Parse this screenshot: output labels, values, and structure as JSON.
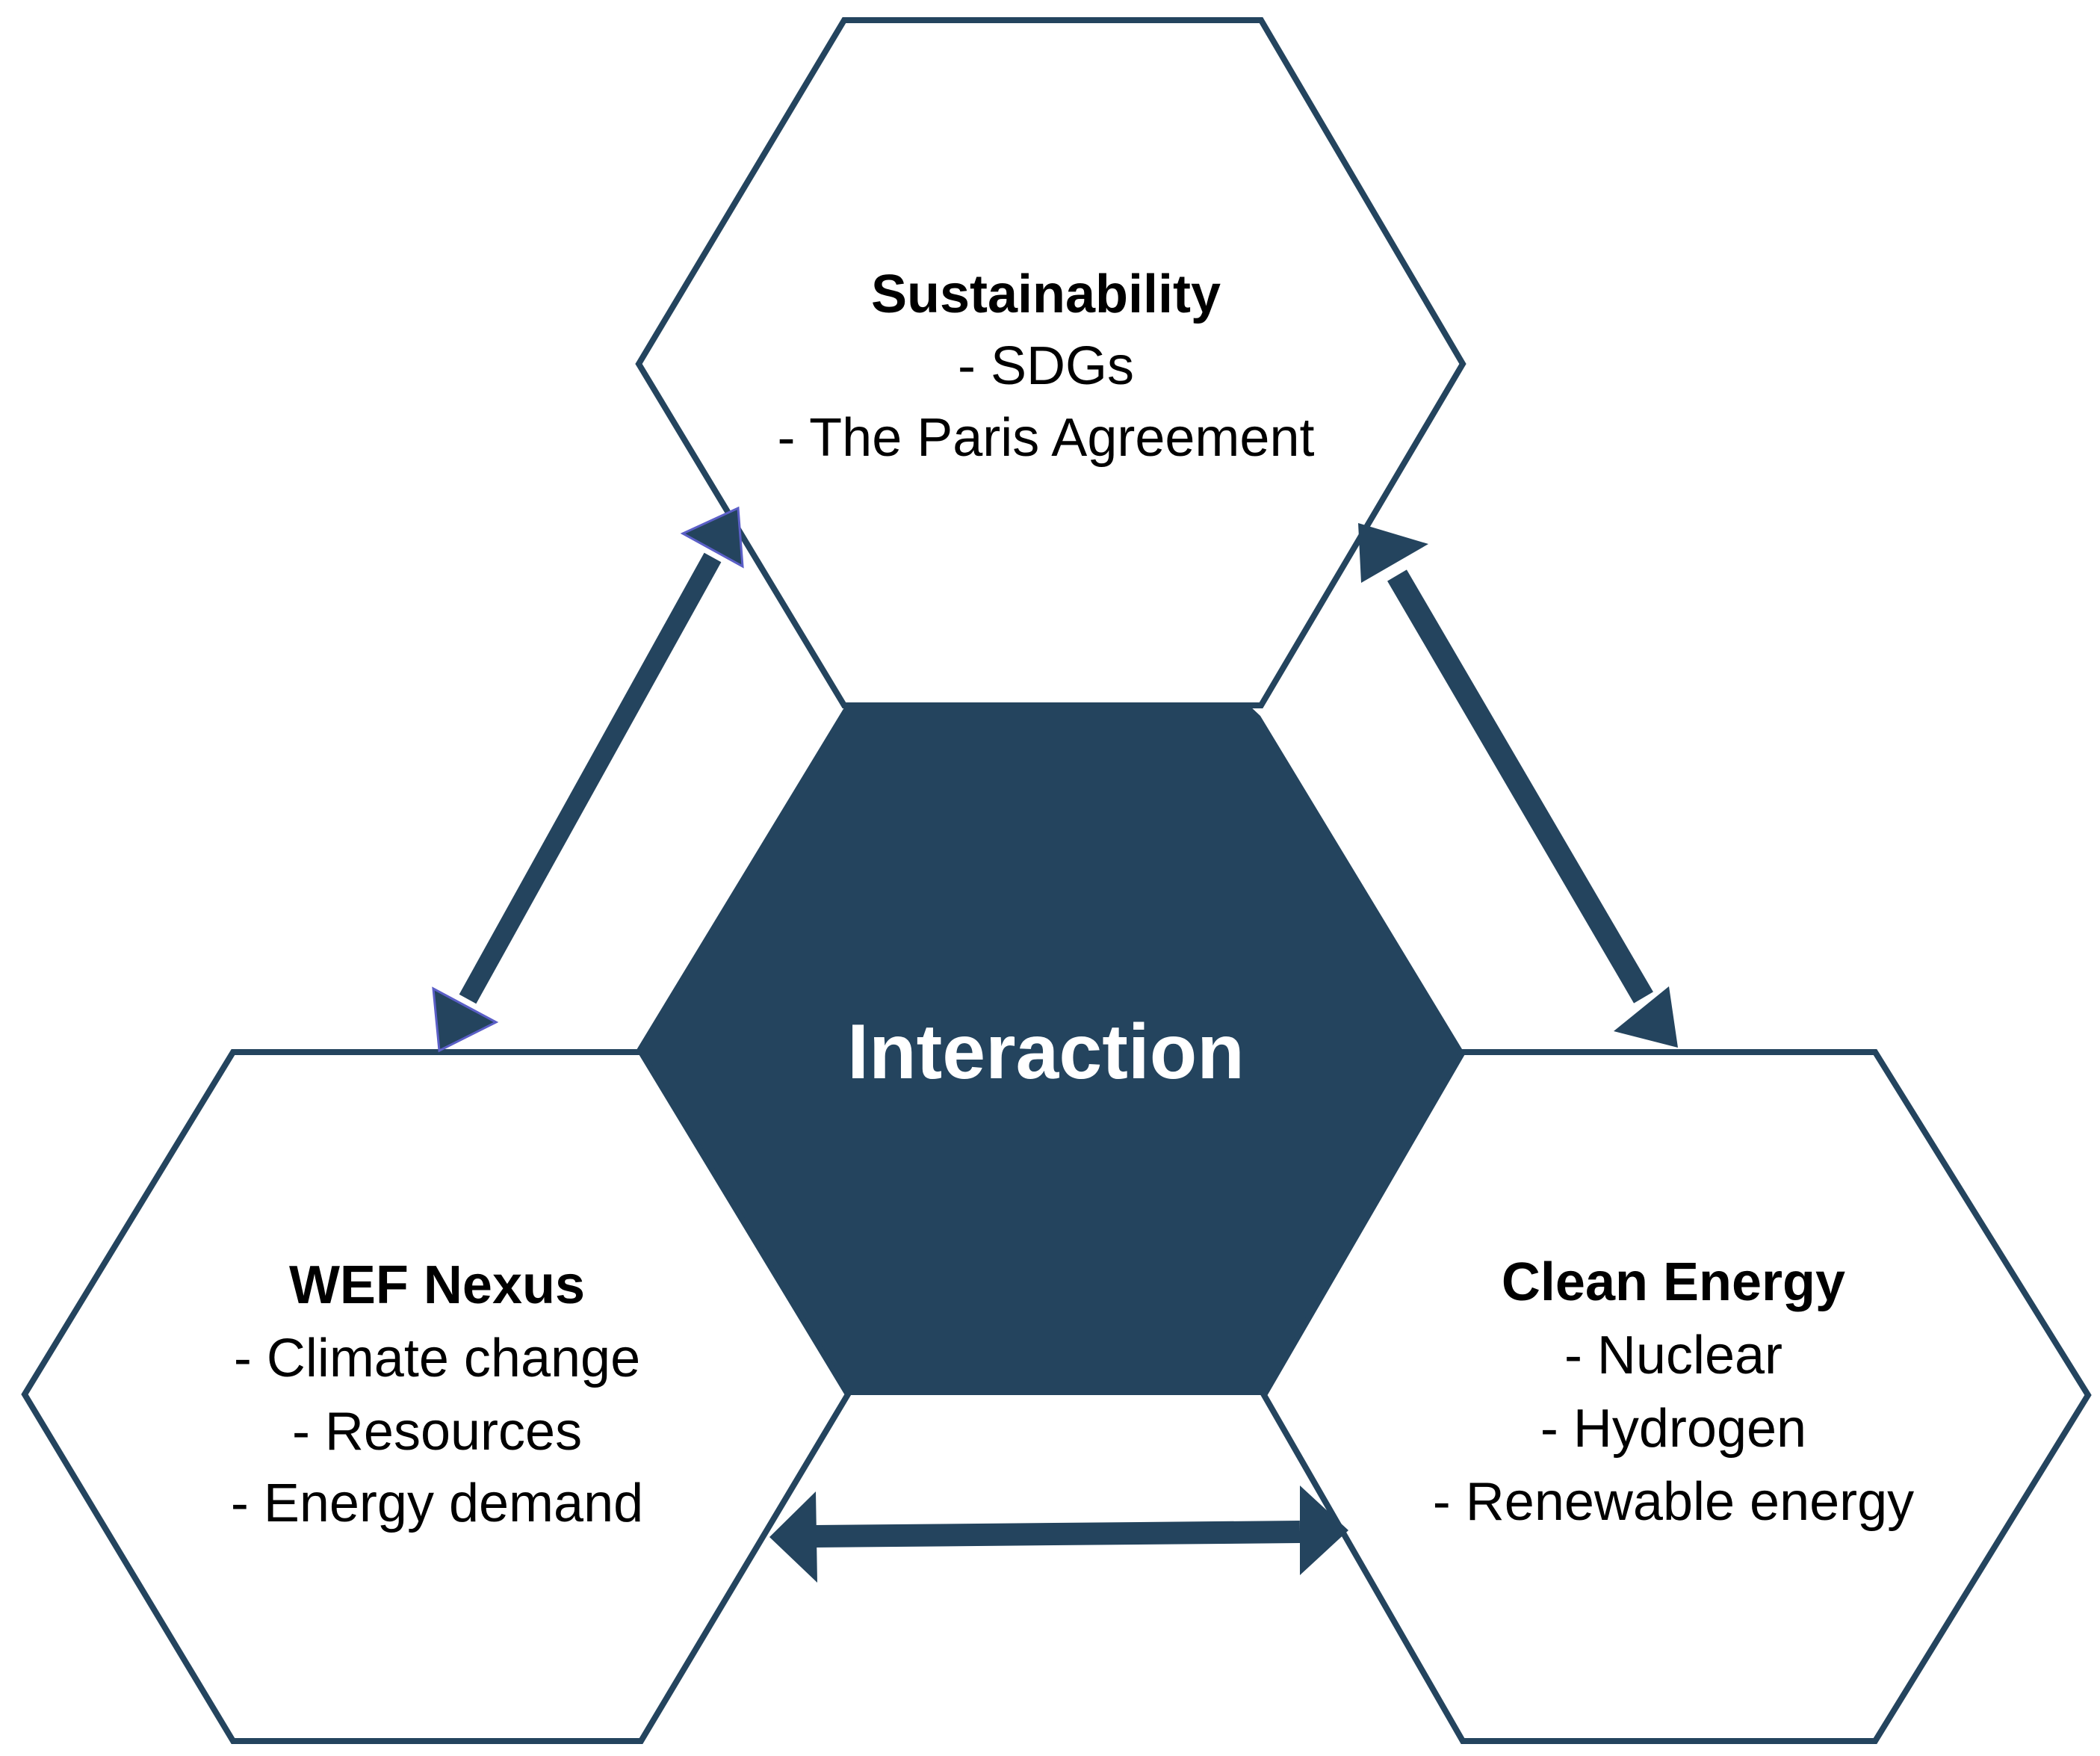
{
  "colors": {
    "primary": "#24445e",
    "left_arrow_edge": "#5b5fc7",
    "background": "#ffffff"
  },
  "center": {
    "label": "Interaction"
  },
  "nodes": {
    "sustainability": {
      "title": "Sustainability",
      "items": [
        "- SDGs",
        "- The Paris Agreement"
      ]
    },
    "wef_nexus": {
      "title": "WEF Nexus",
      "items": [
        "- Climate change",
        "- Resources",
        "- Energy demand"
      ]
    },
    "clean_energy": {
      "title": "Clean Energy",
      "items": [
        "- Nuclear",
        "- Hydrogen",
        "- Renewable energy"
      ]
    }
  },
  "connections": [
    {
      "from": "sustainability",
      "to": "wef_nexus",
      "direction": "both"
    },
    {
      "from": "sustainability",
      "to": "clean_energy",
      "direction": "both"
    },
    {
      "from": "wef_nexus",
      "to": "clean_energy",
      "direction": "both"
    }
  ]
}
